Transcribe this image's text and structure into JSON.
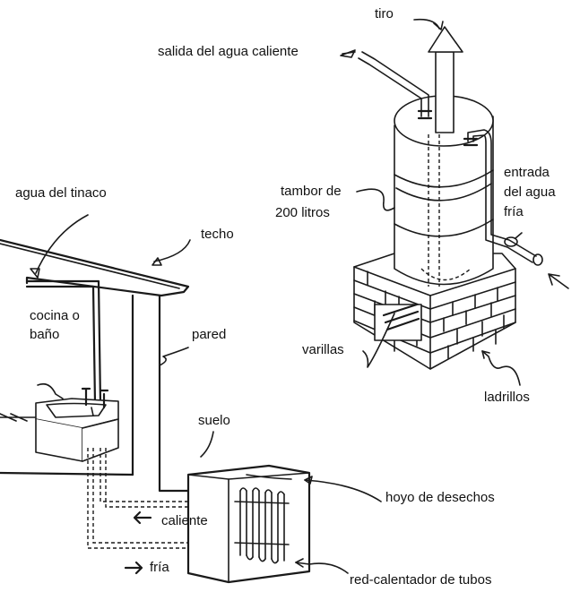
{
  "labels": {
    "tiro": "tiro",
    "salida": "salida del agua caliente",
    "tambor_1": "tambor de",
    "tambor_2": "200 litros",
    "entrada_1": "entrada",
    "entrada_2": "del agua",
    "entrada_3": "fría",
    "varillas": "varillas",
    "ladrillos": "ladrillos",
    "agua_tinaco": "agua del tinaco",
    "techo": "techo",
    "cocina_1": "cocina o",
    "cocina_2": "baño",
    "pared": "pared",
    "suelo": "suelo",
    "hoyo": "hoyo de desechos",
    "caliente": "caliente",
    "fria": "fría",
    "red": "red-calentador de tubos"
  }
}
